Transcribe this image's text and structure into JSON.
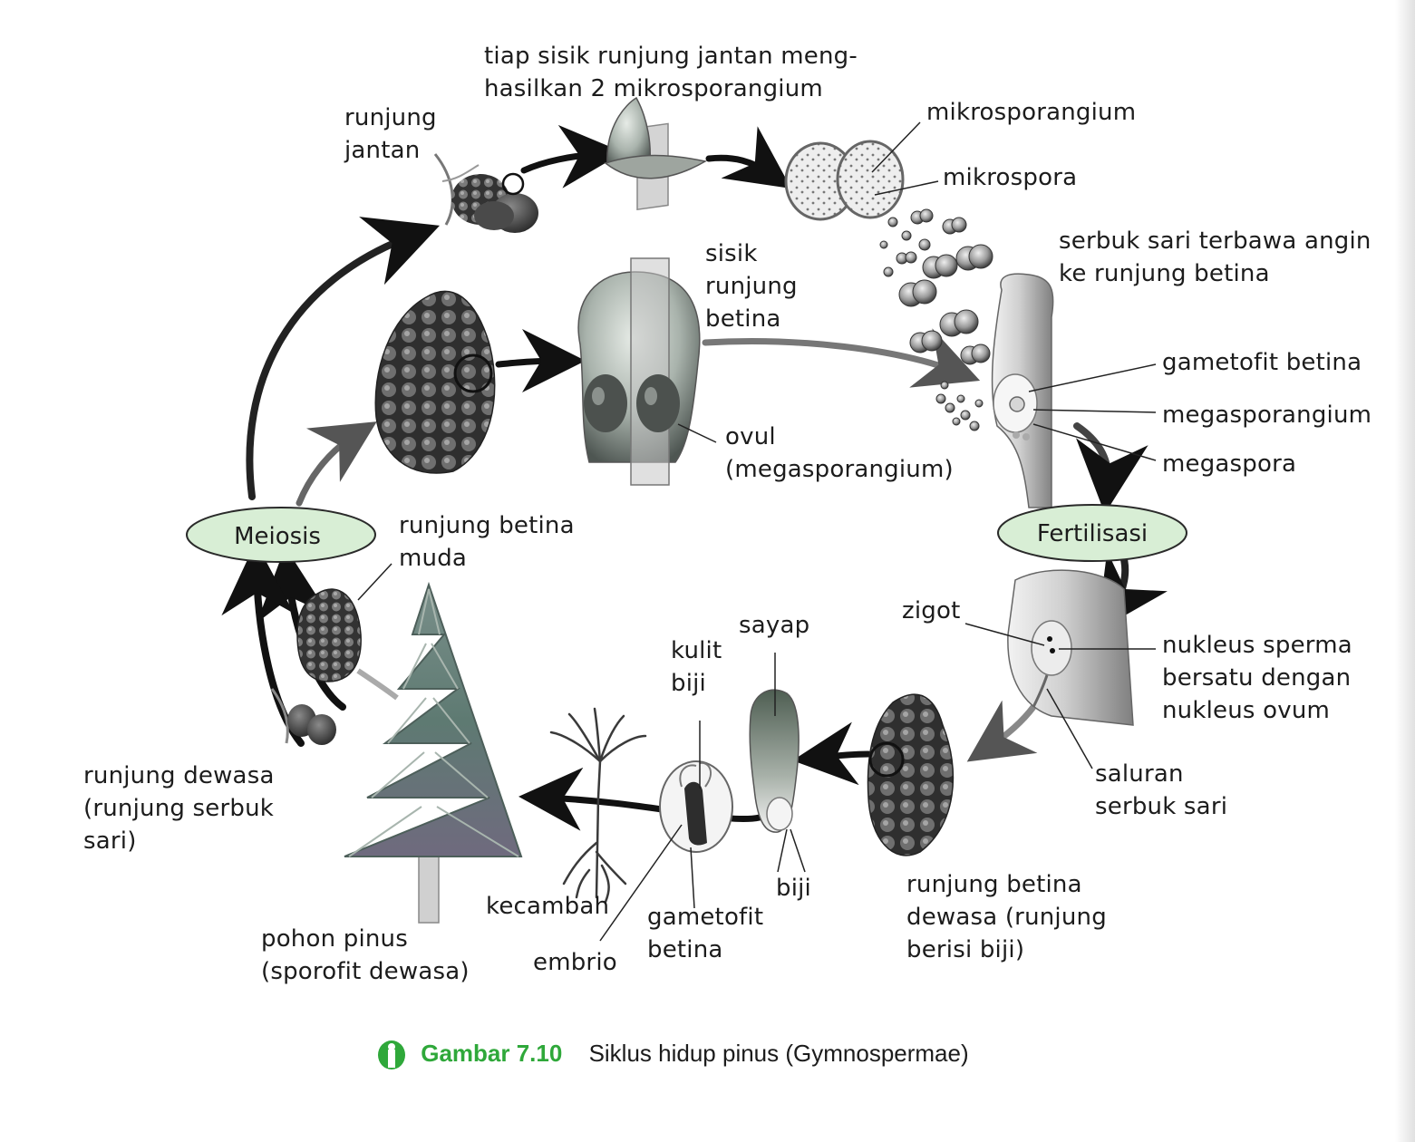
{
  "stages": {
    "meiosis": "Meiosis",
    "fertilization": "Fertilisasi"
  },
  "labels": {
    "male_scale": [
      "tiap sisik runjung jantan meng-",
      "hasilkan 2 mikrosporangium"
    ],
    "male_cone": [
      "runjung",
      "jantan"
    ],
    "microsporangium": "mikrosporangium",
    "microspore": "mikrospora",
    "pollen_wind": [
      "serbuk sari terbawa angin",
      "ke runjung betina"
    ],
    "female_scale": [
      "sisik",
      "runjung",
      "betina"
    ],
    "ovule": [
      "ovul",
      "(megasporangium)"
    ],
    "female_gametophyte_top": "gametofit betina",
    "megasporangium": "megasporangium",
    "megaspore": "megaspora",
    "young_female_cone": [
      "runjung betina",
      "muda"
    ],
    "zygote": "zigot",
    "sperm_nucleus": [
      "nukleus sperma",
      "bersatu dengan",
      "nukleus ovum"
    ],
    "pollen_tube": [
      "saluran",
      "serbuk sari"
    ],
    "mature_cone": [
      "runjung dewasa",
      "(runjung serbuk",
      "sari)"
    ],
    "wing": "sayap",
    "seed_coat": [
      "kulit",
      "biji"
    ],
    "seed": "biji",
    "mature_female_cone": [
      "runjung betina",
      "dewasa (runjung",
      "berisi biji)"
    ],
    "pine_tree": [
      "pohon pinus",
      "(sporofit dewasa)"
    ],
    "seedling": "kecambah",
    "embryo": "embrio",
    "female_gametophyte_bottom": [
      "gametofit",
      "betina"
    ]
  },
  "caption": {
    "number": "Gambar 7.10",
    "text": "Siklus hidup pinus (Gymnospermae)"
  },
  "colors": {
    "stage_fill": "#d8eed5",
    "caption_accent": "#2fa83a",
    "cone": "#3a3a3a",
    "tree": "#5d7a72"
  }
}
